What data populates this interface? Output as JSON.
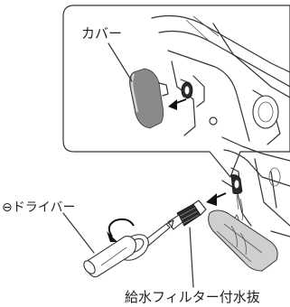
{
  "labels": {
    "cover": "カバー",
    "screwdriver": "⊖ドライバー",
    "filter": "給水フィルター付水抜"
  },
  "icons": [
    "arrow-right-icon",
    "rotate-arrow-icon"
  ],
  "colors": {
    "line": "#333333",
    "shade": "#8a8a8a",
    "light": "#cfcfcf",
    "background": "#ffffff"
  }
}
